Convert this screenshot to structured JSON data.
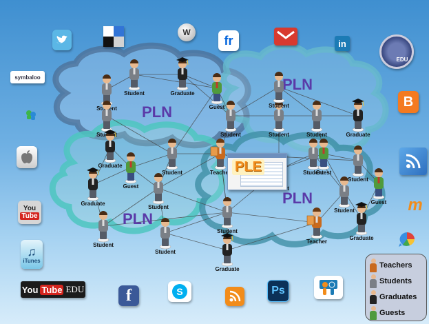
{
  "diagram": {
    "pln_labels": [
      "PLN",
      "PLN",
      "PLN",
      "PLN"
    ],
    "ple_label": "PLE",
    "people": [
      {
        "label": "Student",
        "role": "student"
      },
      {
        "label": "Student",
        "role": "student"
      },
      {
        "label": "Graduate",
        "role": "graduate"
      },
      {
        "label": "Guest",
        "role": "guest"
      },
      {
        "label": "Student",
        "role": "student"
      },
      {
        "label": "Student",
        "role": "student"
      },
      {
        "label": "Student",
        "role": "student"
      },
      {
        "label": "Student",
        "role": "student"
      },
      {
        "label": "Graduate",
        "role": "graduate"
      },
      {
        "label": "Graduate",
        "role": "graduate"
      },
      {
        "label": "Guest",
        "role": "guest"
      },
      {
        "label": "Student",
        "role": "student"
      },
      {
        "label": "Teacher",
        "role": "teacher"
      },
      {
        "label": "Student",
        "role": "student"
      },
      {
        "label": "Graduate",
        "role": "graduate"
      },
      {
        "label": "Guest",
        "role": "guest"
      },
      {
        "label": "Student",
        "role": "student"
      },
      {
        "label": "Student",
        "role": "student"
      },
      {
        "label": "Student",
        "role": "student"
      },
      {
        "label": "Student",
        "role": "student"
      },
      {
        "label": "Student",
        "role": "student"
      },
      {
        "label": "Teacher",
        "role": "teacher"
      },
      {
        "label": "Guest",
        "role": "guest"
      },
      {
        "label": "Student",
        "role": "student"
      },
      {
        "label": "Student",
        "role": "student"
      },
      {
        "label": "Student",
        "role": "student"
      },
      {
        "label": "Graduate",
        "role": "graduate"
      },
      {
        "label": "Graduate",
        "role": "graduate"
      }
    ]
  },
  "legend": {
    "items": [
      {
        "label": "Teachers",
        "color": "#c96a1e"
      },
      {
        "label": "Students",
        "color": "#7a7f86"
      },
      {
        "label": "Graduates",
        "color": "#222222"
      },
      {
        "label": "Guests",
        "color": "#4f9a3c"
      }
    ]
  },
  "icons": {
    "twitter": {
      "name": "twitter-icon"
    },
    "delicious": {
      "name": "delicious-icon"
    },
    "wikipedia": {
      "name": "wikipedia-icon"
    },
    "flickr": {
      "name": "flickr-icon",
      "text": "fr"
    },
    "gmail": {
      "name": "gmail-icon"
    },
    "linkedin": {
      "name": "linkedin-icon",
      "text": "in"
    },
    "edu": {
      "name": "edu-app-icon",
      "text": "EDU"
    },
    "symbaloo": {
      "name": "symbaloo-icon",
      "text": "symbaloo"
    },
    "msn": {
      "name": "msn-icon"
    },
    "apple": {
      "name": "apple-icon"
    },
    "youtube": {
      "name": "youtube-icon",
      "text_top": "You",
      "text_bottom": "Tube"
    },
    "itunes": {
      "name": "itunes-icon",
      "text": "iTunes"
    },
    "youtube_edu": {
      "name": "youtube-edu-logo",
      "text_a": "You",
      "text_b": "Tube",
      "text_c": "EDU"
    },
    "facebook": {
      "name": "facebook-icon",
      "text": "f"
    },
    "skype": {
      "name": "skype-icon",
      "text": "S"
    },
    "rss": {
      "name": "rss-icon"
    },
    "photoshop": {
      "name": "photoshop-icon",
      "text": "Ps"
    },
    "slideshare": {
      "name": "slideshare-icon"
    },
    "blogger": {
      "name": "blogger-icon",
      "text": "B"
    },
    "rss_book": {
      "name": "rss-reader-icon"
    },
    "moodle": {
      "name": "moodle-icon",
      "text": "m"
    },
    "google_buzz": {
      "name": "google-buzz-icon"
    }
  }
}
